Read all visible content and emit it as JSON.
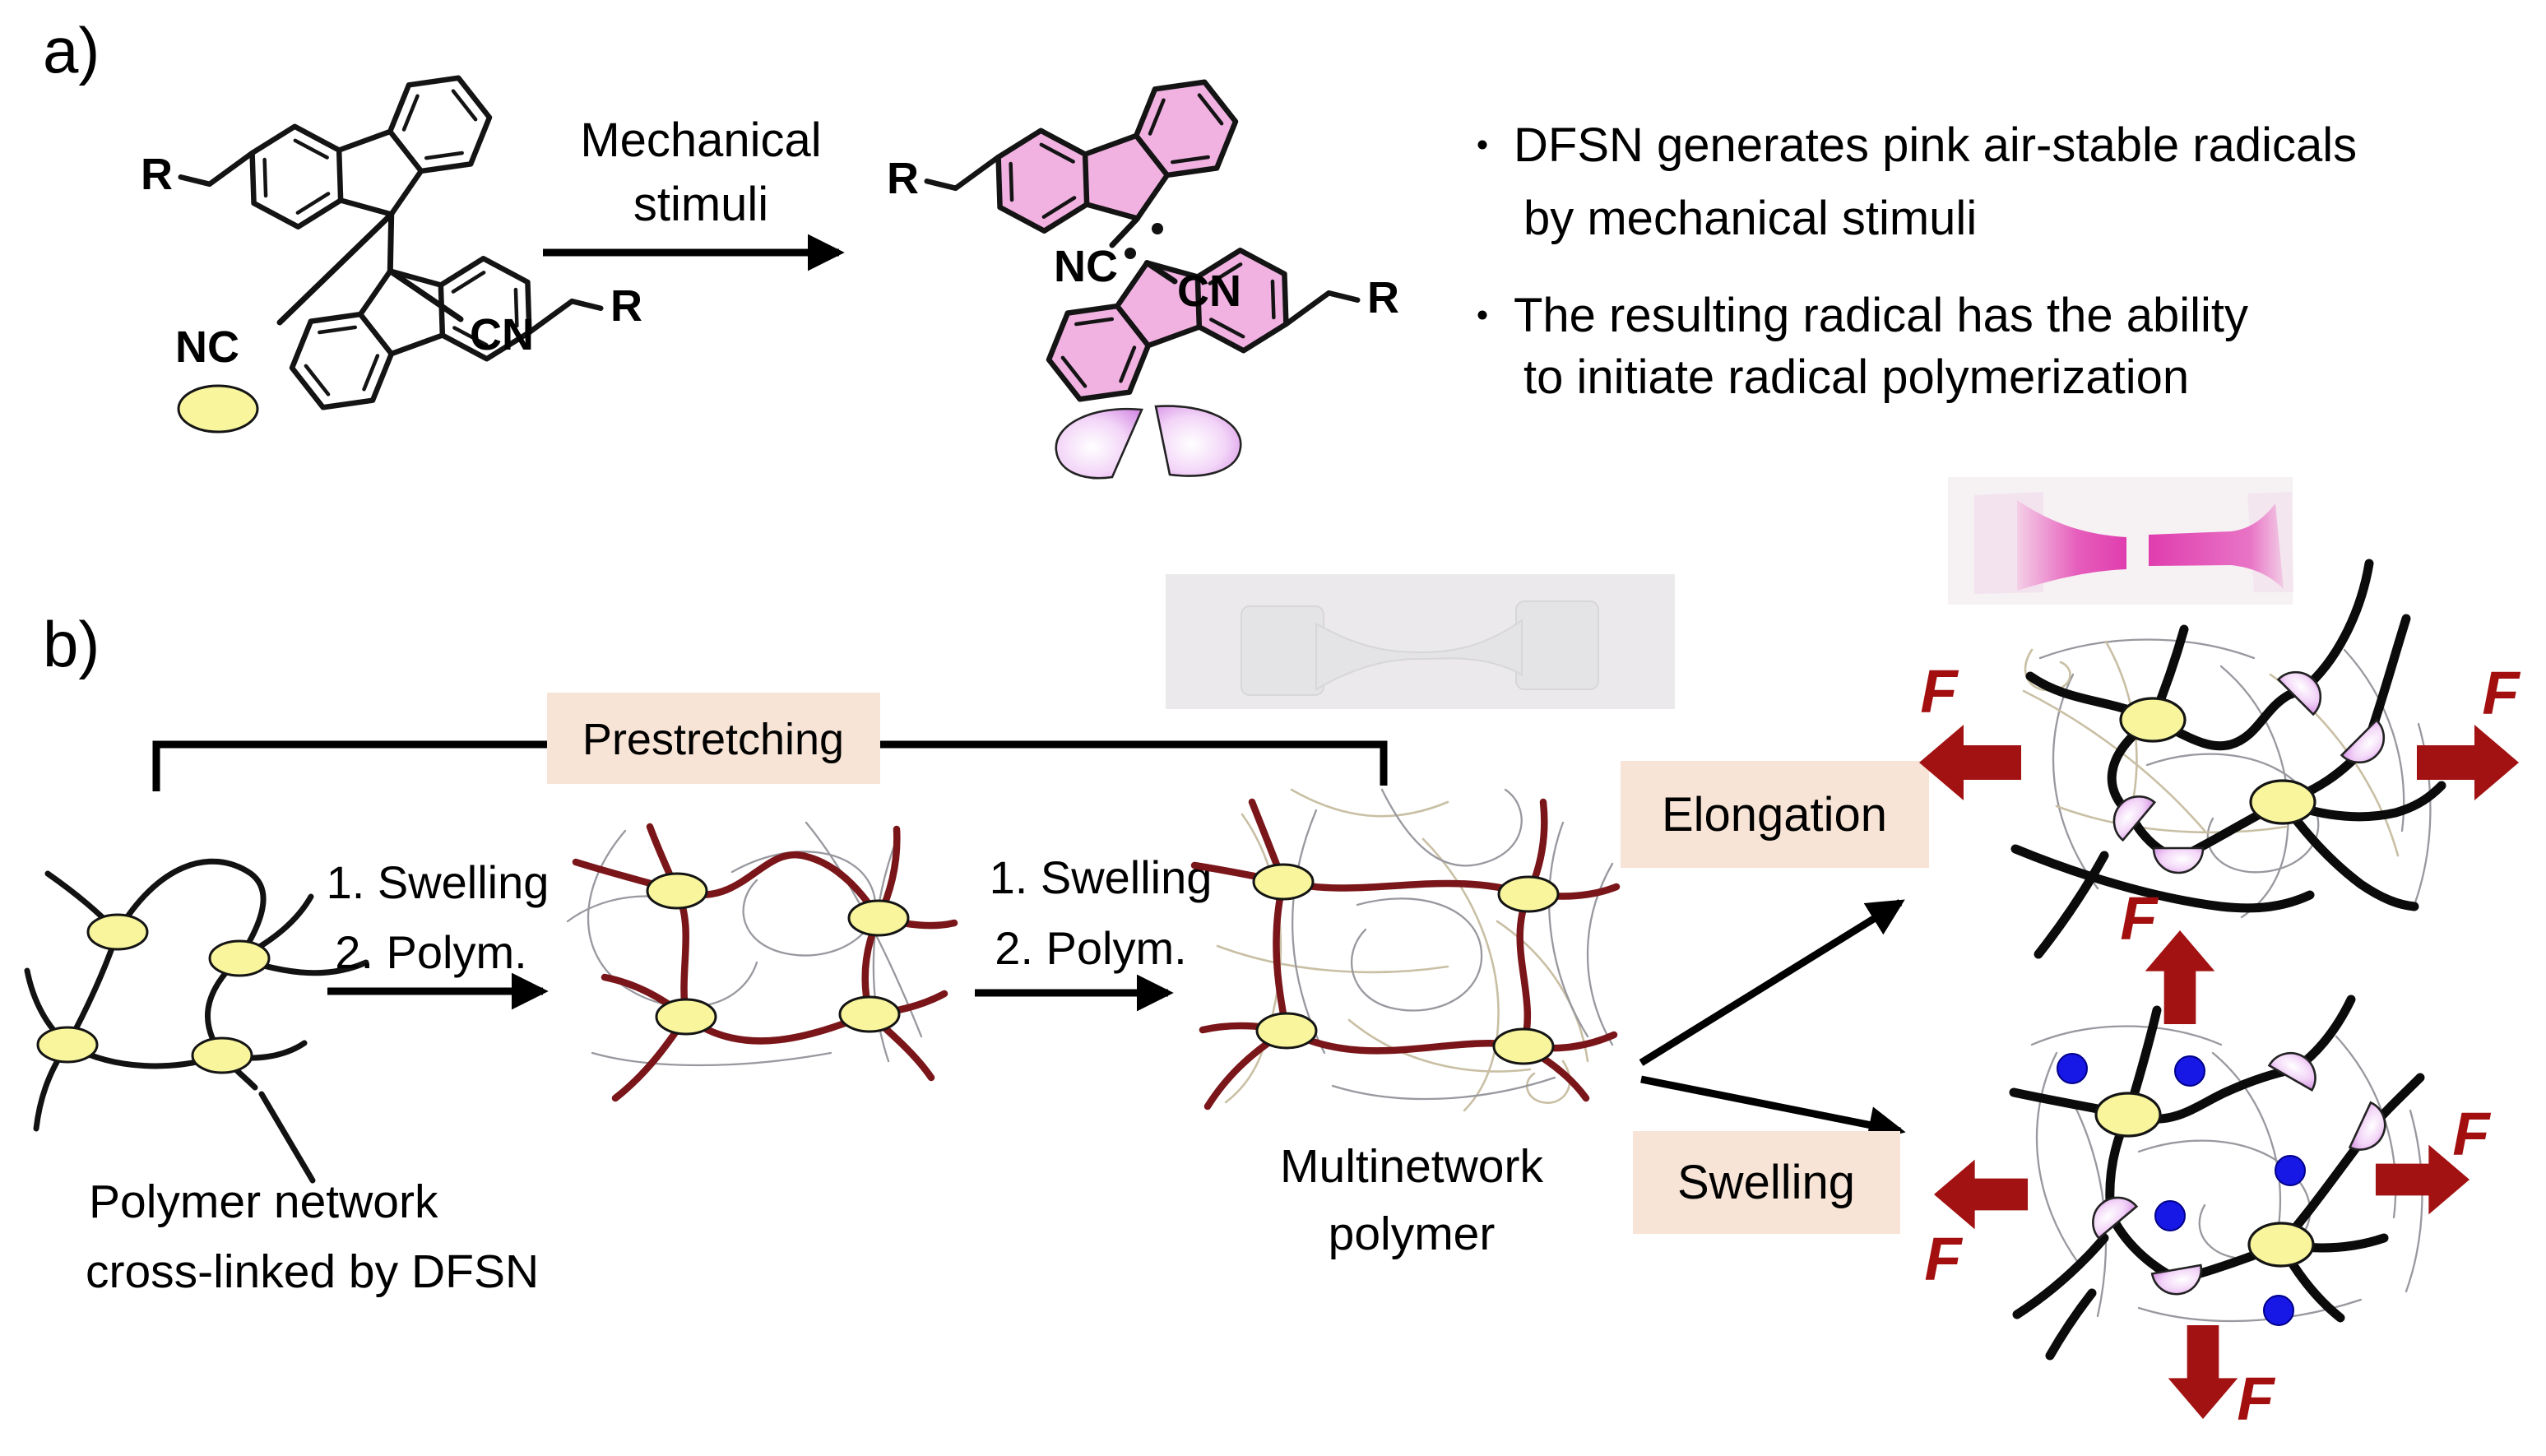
{
  "figure": {
    "panel_a_label": "a)",
    "panel_b_label": "b)"
  },
  "reaction_a": {
    "stimulus_line1": "Mechanical",
    "stimulus_line2": "stimuli",
    "substituent_label": "R",
    "nitrile_label_left": "NC",
    "nitrile_label_right": "CN",
    "bullets": [
      {
        "line1": "DFSN generates pink air-stable radicals",
        "line2": "by mechanical stimuli"
      },
      {
        "line1": "The resulting radical has the ability",
        "line2": "to initiate radical polymerization"
      }
    ]
  },
  "scheme_b": {
    "prestretching_label": "Prestretching",
    "step_line1": "1. Swelling",
    "step_line2": "2. Polym.",
    "network_caption_line1": "Polymer network",
    "network_caption_line2": "cross-linked by DFSN",
    "multinetwork_line1": "Multinetwork",
    "multinetwork_line2": "polymer",
    "elongation_label": "Elongation",
    "swelling_label": "Swelling",
    "force_label": "F"
  },
  "colors": {
    "crosslink_yellow": "#f8f59d",
    "mechanophore_pink": "#f1b2e2",
    "radical_disc_purple": "#d98fe8",
    "first_network_strand_black": "#121212",
    "prestretched_strand_red": "#7a161a",
    "entangled_strand_gray": "#98989f",
    "entangled_strand_tan": "#c9bfa4",
    "label_box_peach": "#f7e4d6",
    "force_arrow_red": "#a31212",
    "force_label_red": "#a30f0f",
    "solvent_blue": "#1717e6",
    "specimen_magenta": "#e04fb3"
  }
}
